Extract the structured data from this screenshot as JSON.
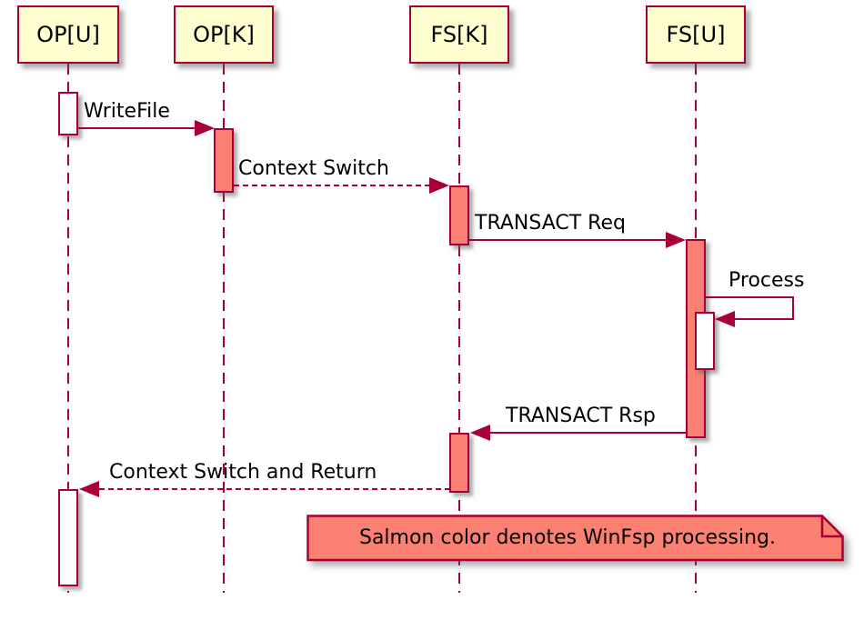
{
  "diagram_type": "sequence",
  "participants": [
    {
      "label": "OP[U]"
    },
    {
      "label": "OP[K]"
    },
    {
      "label": "FS[K]"
    },
    {
      "label": "FS[U]"
    }
  ],
  "messages": [
    {
      "label": "WriteFile",
      "from": "OP[U]",
      "to": "OP[K]",
      "line": "solid"
    },
    {
      "label": "Context Switch",
      "from": "OP[K]",
      "to": "FS[K]",
      "line": "dashed"
    },
    {
      "label": "TRANSACT Req",
      "from": "FS[K]",
      "to": "FS[U]",
      "line": "solid"
    },
    {
      "label": "Process",
      "from": "FS[U]",
      "to": "FS[U]",
      "line": "solid"
    },
    {
      "label": "TRANSACT Rsp",
      "from": "FS[U]",
      "to": "FS[K]",
      "line": "solid"
    },
    {
      "label": "Context Switch and Return",
      "from": "FS[K]",
      "to": "OP[U]",
      "line": "dashed"
    }
  ],
  "note": {
    "text": "Salmon color denotes WinFsp processing."
  },
  "colors": {
    "participant_fill": "#FEFECE",
    "border_and_lines": "#A80036",
    "salmon_processing": "#FA8072",
    "plain_activation": "#FFFFFF",
    "text": "#000000",
    "background": "#FFFFFF"
  }
}
